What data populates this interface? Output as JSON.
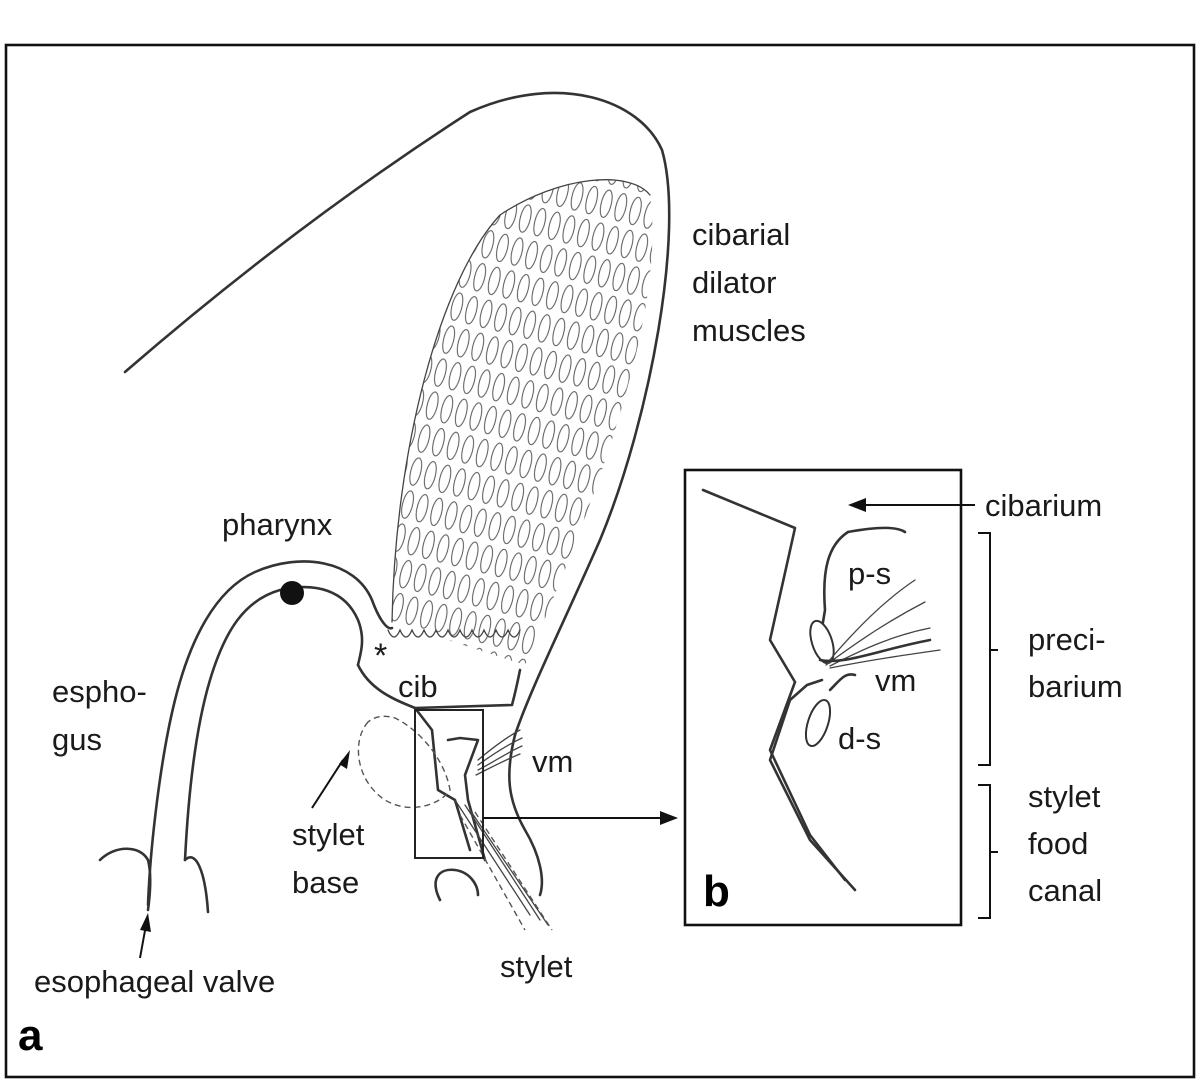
{
  "labels": {
    "cibarial_dilator": [
      "cibarial",
      "dilator",
      "muscles"
    ],
    "pharynx": "pharynx",
    "esophagus": [
      "espho-",
      "gus"
    ],
    "asterisk": "*",
    "cib": "cib",
    "vm_main": "vm",
    "stylet_base": [
      "stylet",
      "base"
    ],
    "stylet": "stylet",
    "esophageal_valve": "esophageal valve",
    "panel_a": "a",
    "panel_b": "b"
  },
  "inset": {
    "cibarium": "cibarium",
    "p_s": "p-s",
    "vm": "vm",
    "d_s": "d-s",
    "precibarium": [
      "preci-",
      "barium"
    ],
    "stylet_food_canal": [
      "stylet",
      "food",
      "canal"
    ]
  }
}
